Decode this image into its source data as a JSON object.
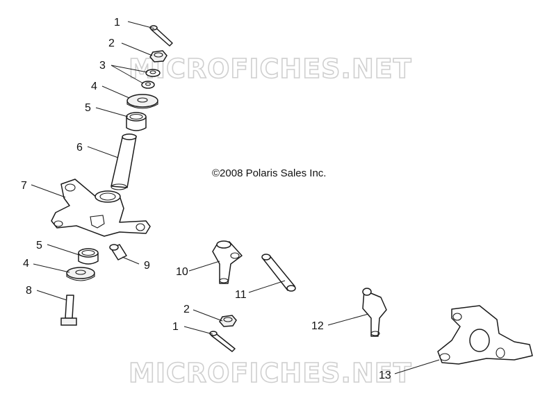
{
  "copyright": "©2008 Polaris Sales Inc.",
  "watermarks": [
    "MICROFICHES.NET",
    "MICROFICHES.NET"
  ],
  "callouts": {
    "c1_top": "1",
    "c2_top": "2",
    "c3": "3",
    "c4_top": "4",
    "c5_top": "5",
    "c6": "6",
    "c7": "7",
    "c5_bottom": "5",
    "c4_bottom": "4",
    "c8": "8",
    "c9": "9",
    "c10": "10",
    "c11": "11",
    "c2_bottom": "2",
    "c1_bottom": "1",
    "c12": "12",
    "c13": "13"
  }
}
